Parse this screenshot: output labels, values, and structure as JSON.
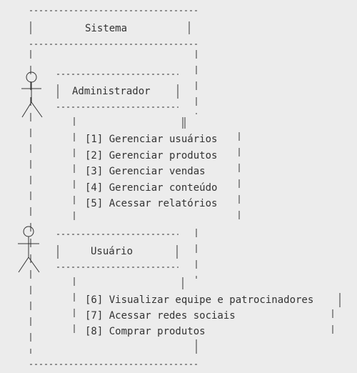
{
  "diagram": {
    "system_title": "Sistema",
    "actors": [
      {
        "name": "Administrador",
        "items": [
          "[1] Gerenciar usuários",
          "[2] Gerenciar produtos",
          "[3] Gerenciar vendas",
          "[4] Gerenciar conteúdo",
          "[5] Acessar relatórios"
        ]
      },
      {
        "name": "Usuário",
        "items": [
          "[6] Visualizar equipe e patrocinadores",
          "[7] Acessar redes sociais",
          "[8] Comprar produtos"
        ]
      }
    ]
  },
  "colors": {
    "background": "#ececec",
    "ink": "#333333"
  }
}
